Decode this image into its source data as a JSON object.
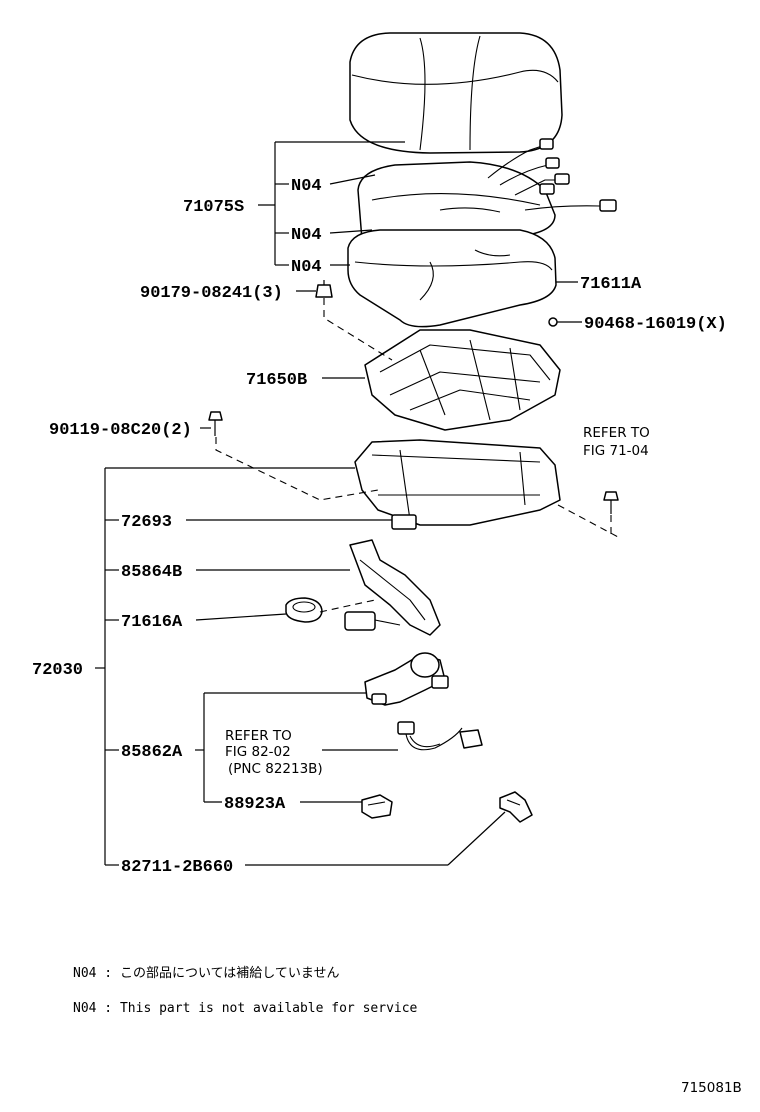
{
  "callouts": {
    "n04_a": "N04",
    "n04_b": "N04",
    "n04_c": "N04",
    "p71075S": "71075S",
    "p71611A": "71611A",
    "p90179": "90179-08241(3)",
    "p90468": "90468-16019(X)",
    "p71650B": "71650B",
    "p90119": "90119-08C20(2)",
    "refer_fig71_line1": "REFER TO",
    "refer_fig71_line2": "FIG 71-04",
    "p72693": "72693",
    "p85864B": "85864B",
    "p71616A": "71616A",
    "p72030": "72030",
    "refer_fig82_line1": "REFER TO",
    "refer_fig82_line2": "FIG 82-02",
    "refer_fig82_line3": "(PNC 82213B)",
    "p85862A": "85862A",
    "p88923A": "88923A",
    "p82711": "82711-2B660"
  },
  "notes": {
    "jp": "N04 : この部品については補給していません",
    "en": "N04 : This part is not available for service"
  },
  "figure_id": "715081B"
}
